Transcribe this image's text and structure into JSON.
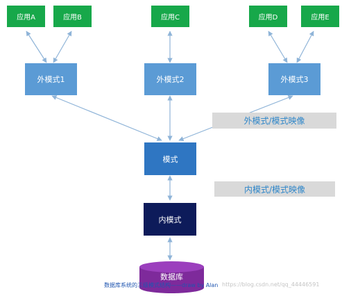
{
  "applications": [
    {
      "label": "应用A"
    },
    {
      "label": "应用B"
    },
    {
      "label": "应用C"
    },
    {
      "label": "应用D"
    },
    {
      "label": "应用E"
    }
  ],
  "external_schemas": [
    {
      "label": "外模式1"
    },
    {
      "label": "外模式2"
    },
    {
      "label": "外模式3"
    }
  ],
  "schema": {
    "label": "模式"
  },
  "internal_schema": {
    "label": "内模式"
  },
  "database": {
    "label": "数据库"
  },
  "mappings": {
    "external_schema_mapping": "外模式/模式映像",
    "internal_schema_mapping": "内模式/模式映像"
  },
  "caption": "数据库系统的三级模式结构——draw by Alan",
  "watermark": "https://blog.csdn.net/qq_44446591",
  "colors": {
    "application": "#17a84a",
    "external_schema": "#5b9bd5",
    "schema": "#2f76c2",
    "internal_schema": "#0d1b5a",
    "database": "#7e2a9b",
    "mapping_label_bg": "#d9d9d9",
    "mapping_label_text": "#2e86c9",
    "connector": "#8fb4d8"
  }
}
